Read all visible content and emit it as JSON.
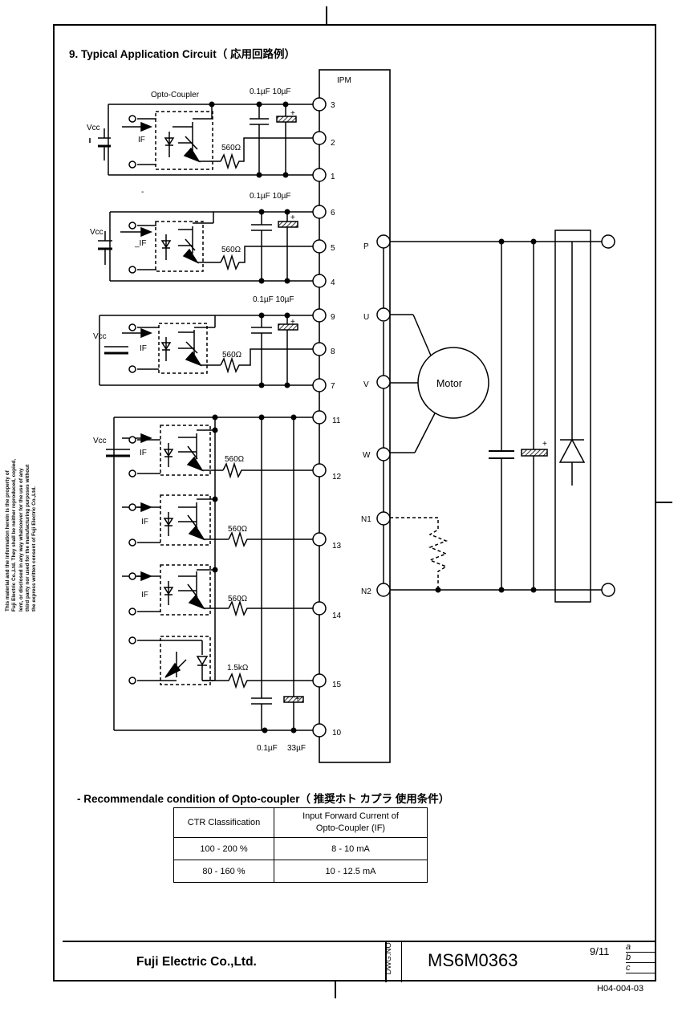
{
  "section_title": "9. Typical Application Circuit（ 応用回路例）",
  "side_notice": [
    "This material and the information herein is the property of",
    "Fuji Electric Co.,Ltd. They shall be neither reproduced, copied,",
    "lent, or disclosed in any way whatsoever for the use of any",
    "third party nor used for the manufacturing purposes without",
    "the express written consent of Fuji Electric Co.,Ltd."
  ],
  "circuit": {
    "ipm_label": "IPM",
    "opto_label": "Opto-Coupler",
    "vcc": "Vcc",
    "if_label": "IF",
    "if_label_alt": "_IF",
    "dash": "-",
    "cap_pair_label": "0.1µF 10µF",
    "cap_small": "0.1µF",
    "cap_large": "33µF",
    "r560": "560Ω",
    "r1k5": "1.5kΩ",
    "pins": [
      "3",
      "2",
      "1",
      "6",
      "5",
      "4",
      "9",
      "8",
      "7",
      "11",
      "12",
      "13",
      "14",
      "15",
      "10"
    ],
    "power_pins": [
      "P",
      "U",
      "V",
      "W",
      "N1",
      "N2"
    ],
    "motor": "Motor",
    "plus": "+"
  },
  "recommend_title": "- Recommendale condition of Opto-coupler（ 推奨ホト カプラ 使用条件）",
  "table": {
    "header1": "CTR Classification",
    "header2_line1": "Input Forward Current of",
    "header2_line2": "Opto-Coupler (IF)",
    "rows": [
      {
        "ctr": "100 - 200 %",
        "current": "8 - 10 mA"
      },
      {
        "ctr": "80 - 160 %",
        "current": "10 - 12.5 mA"
      }
    ]
  },
  "footer": {
    "company": "Fuji Electric Co.,Ltd.",
    "dwg_label": "DWG.NO.",
    "drawing_no": "MS6M0363",
    "page": "9/11",
    "rev_marks": [
      "a",
      "b",
      "c"
    ],
    "form_no": "H04-004-03"
  }
}
